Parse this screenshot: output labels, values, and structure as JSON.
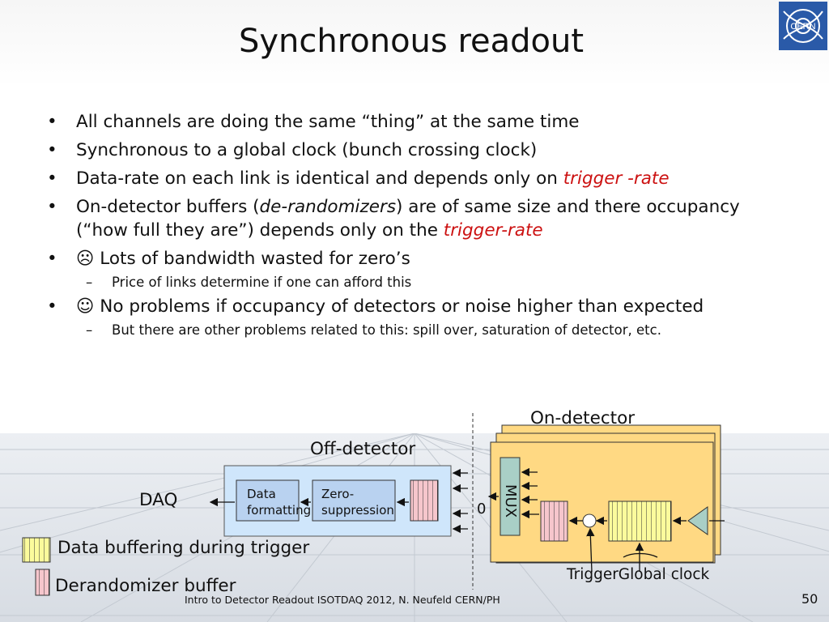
{
  "title": "Synchronous readout",
  "bullets": [
    {
      "text": "All channels are doing the same “thing” at the same time"
    },
    {
      "text": "Synchronous to a global clock (bunch crossing clock)"
    },
    {
      "pre": "Data-rate on each link is identical and depends only on ",
      "em": "trigger -rate"
    },
    {
      "pre": "On-detector buffers (",
      "em1": "de-randomizers",
      "mid": ")  are of same size and there occupancy (“how full they are”) depends only on the ",
      "em2": "trigger-rate"
    },
    {
      "icon": "☹",
      "text": " Lots of bandwidth wasted for zero’s",
      "sub": "Price of links determine if one can afford this"
    },
    {
      "icon": "☺",
      "text": " No problems if occupancy of detectors or noise higher than expected",
      "sub": "But there are other problems related to this: spill over, saturation of detector, etc."
    }
  ],
  "diagram": {
    "on_detector": "On-detector",
    "off_detector": "Off-detector",
    "daq": "DAQ",
    "data_formatting": "Data formatting",
    "zero_suppression": "Zero-suppression",
    "mux": "MUX",
    "zero_symbol": "0",
    "trigger_global_clock": "TriggerGlobal clock",
    "legend_trigger_buffer": "Data buffering during trigger",
    "legend_derandomizer": "Derandomizer buffer"
  },
  "footer": "Intro to Detector Readout ISOTDAQ  2012, N. Neufeld CERN/PH",
  "page_number": "50",
  "logo_text": "CERN",
  "colors": {
    "trigger": "#cc1111",
    "on_detector_fill": "#ffd983",
    "off_detector_fill": "#cfe6fb",
    "block_fill": "#b9d2f0",
    "mux_fill": "#a9cfc6",
    "derandomizer_fill": "#f6c6cc",
    "trigger_buffer_fill": "#fbfb9c"
  }
}
